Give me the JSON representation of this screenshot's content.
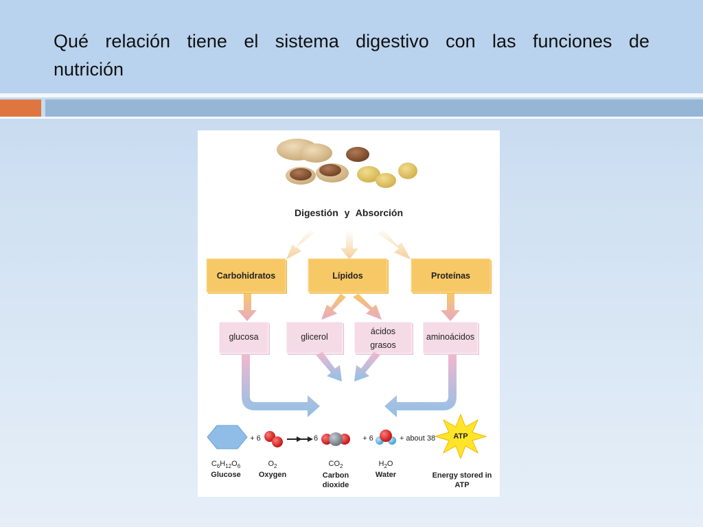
{
  "slide": {
    "title": "Qué relación tiene el sistema digestivo con las funciones de nutrición",
    "colors": {
      "title_band": "#b9d3ee",
      "accent_orange": "#e0763f",
      "accent_blue": "#95b6d4"
    }
  },
  "diagram": {
    "heading": "Digestión y Absorción",
    "nutrients": [
      "Carbohidratos",
      "Lípidos",
      "Proteínas"
    ],
    "products": [
      "glucosa",
      "glicerol",
      "ácidos grasos",
      "aminoácidos"
    ],
    "equation": {
      "coef_oxygen": "+ 6",
      "coef_co2": "6",
      "coef_water": "+ 6",
      "atp_prefix": "+ about 38",
      "atp_label": "ATP",
      "molecules": [
        {
          "formula": "C6H12O6",
          "name": "Glucose"
        },
        {
          "formula": "O2",
          "name": "Oxygen"
        },
        {
          "formula": "CO2",
          "name": "Carbon dioxide"
        },
        {
          "formula": "H2O",
          "name": "Water"
        },
        {
          "formula": "",
          "name": "Energy stored in ATP"
        }
      ]
    },
    "colors": {
      "nutrient_box": "#f7c866",
      "product_box": "#f4dbe6",
      "arrow_yellow": "#f5d9a0",
      "arrow_pink": "#e8a9c6",
      "arrow_blue": "#8fc1e6",
      "glucose_hex": "#8fbde8",
      "oxygen_atom": "#e02a2a",
      "carbon_atom": "#808a93",
      "hydrogen_atom": "#5ab8e8",
      "atp_star": "#ffe52a"
    }
  }
}
